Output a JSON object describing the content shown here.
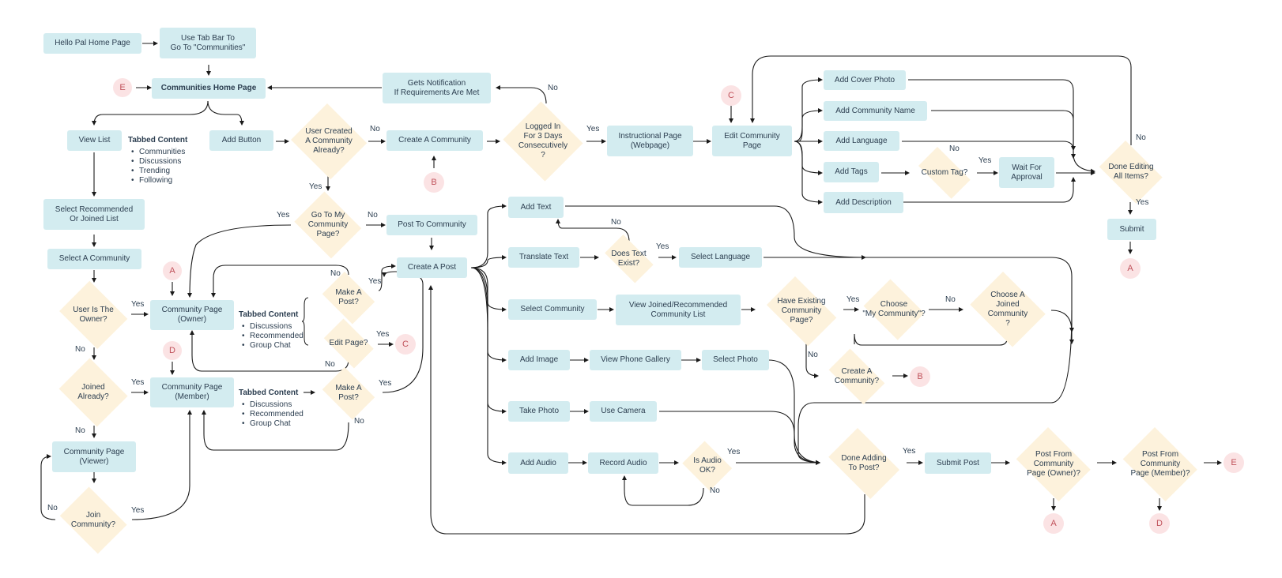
{
  "nodes": {
    "home": "Hello Pal Home Page",
    "tabbar": "Use Tab Bar To\nGo To \"Communities\"",
    "commhome": "Communities Home Page",
    "getsnotif": "Gets Notification\nIf Requirements Are Met",
    "viewlist": "View List",
    "addbutton": "Add Button",
    "usercreated": "User Created\nA Community\nAlready?",
    "createcomm": "Create A Community",
    "loggedin": "Logged In\nFor 3 Days\nConsecutively\n?",
    "instructional": "Instructional Page\n(Webpage)",
    "editcomm": "Edit Community\nPage",
    "addcover": "Add Cover Photo",
    "addname": "Add Community Name",
    "addlang": "Add Language",
    "addtags": "Add Tags",
    "customtag": "Custom Tag?",
    "waitapproval": "Wait For\nApproval",
    "adddesc": "Add Description",
    "doneediting": "Done Editing\nAll Items?",
    "submit": "Submit",
    "selectrec": "Select Recommended\nOr Joined List",
    "gotomy": "Go To My\nCommunity\nPage?",
    "posttocomm": "Post To Community",
    "selectcomm": "Select A Community",
    "createpost": "Create A Post",
    "addtext": "Add Text",
    "translate": "Translate Text",
    "doestext": "Does Text\nExist?",
    "selectlang": "Select Language",
    "userowner": "User Is The\nOwner?",
    "commowner": "Community Page\n(Owner)",
    "makepost1": "Make A\nPost?",
    "editpage": "Edit Page?",
    "selectcommunity2": "Select Community",
    "viewjoined": "View Joined/Recommended\nCommunity List",
    "haveexisting": "Have Existing\nCommunity\nPage?",
    "choosemy": "Choose\n\"My Community\"?",
    "choosejoined": "Choose A\nJoined\nCommunity\n?",
    "createcommq": "Create A\nCommunity?",
    "joined": "Joined\nAlready?",
    "commmember": "Community Page\n(Member)",
    "makepost2": "Make A\nPost?",
    "addimage": "Add Image",
    "viewgallery": "View Phone Gallery",
    "selectphoto": "Select Photo",
    "takephoto": "Take Photo",
    "usecamera": "Use Camera",
    "commviewer": "Community Page\n(Viewer)",
    "addaudio": "Add Audio",
    "recordaudio": "Record Audio",
    "audiook": "Is Audio\nOK?",
    "doneadding": "Done Adding\nTo Post?",
    "submitpost": "Submit Post",
    "postowner": "Post From\nCommunity\nPage (Owner)?",
    "postmember": "Post From\nCommunity\nPage (Member)?",
    "joincomm": "Join\nCommunity?"
  },
  "connectors": {
    "e1": "E",
    "c1": "C",
    "b1": "B",
    "a1": "A",
    "c2": "C",
    "a2": "A",
    "d1": "D",
    "b2": "B",
    "e2": "E",
    "a3": "A",
    "d2": "D"
  },
  "labels": {
    "no_logged": "No",
    "no_usercreated": "No",
    "yes_logged": "Yes",
    "yes_usercreated": "Yes",
    "yes_gotomy": "Yes",
    "no_gotomy": "No",
    "no_makepost1": "No",
    "yes_makepost1": "Yes",
    "yes_editpage": "Yes",
    "no_editpage": "No",
    "yes_userowner": "Yes",
    "no_userowner": "No",
    "yes_joined": "Yes",
    "no_joined": "No",
    "yes_makepost2": "Yes",
    "no_makepost2": "No",
    "no_join": "No",
    "yes_join": "Yes",
    "no_doestext": "No",
    "yes_doestext": "Yes",
    "yes_haveexisting": "Yes",
    "no_haveexisting": "No",
    "no_choosemy": "No",
    "yes_audio": "Yes",
    "no_audio": "No",
    "yes_doneadding": "Yes",
    "no_customtag": "No",
    "yes_customtag": "Yes",
    "no_doneediting": "No",
    "yes_doneediting": "Yes"
  },
  "tabbed": {
    "t1": {
      "title": "Tabbed Content",
      "items": [
        "Communities",
        "Discussions",
        "Trending",
        "Following"
      ]
    },
    "t2": {
      "title": "Tabbed Content",
      "items": [
        "Discussions",
        "Recommended",
        "Group Chat"
      ]
    },
    "t3": {
      "title": "Tabbed Content",
      "items": [
        "Discussions",
        "Recommended",
        "Group Chat"
      ]
    }
  },
  "colors": {
    "box": "#d3ecf0",
    "diamond": "#fdf2dc",
    "connector": "#fbe3e4",
    "line": "#1a1a1a"
  }
}
